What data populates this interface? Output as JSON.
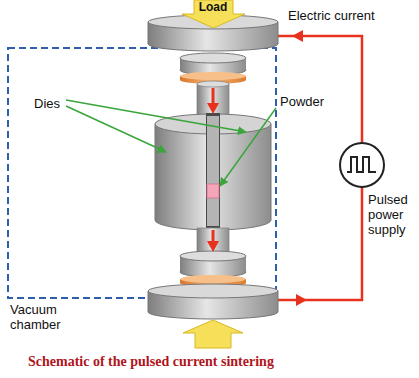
{
  "diagram": {
    "caption": "Schematic of the pulsed current sintering",
    "nodes": [
      {
        "text": [
          "Load"
        ]
      }
    ],
    "labels": [
      "Electric current",
      "Dies",
      "Powder",
      "Pulsed power supply",
      "Vacuum chamber"
    ]
  }
}
